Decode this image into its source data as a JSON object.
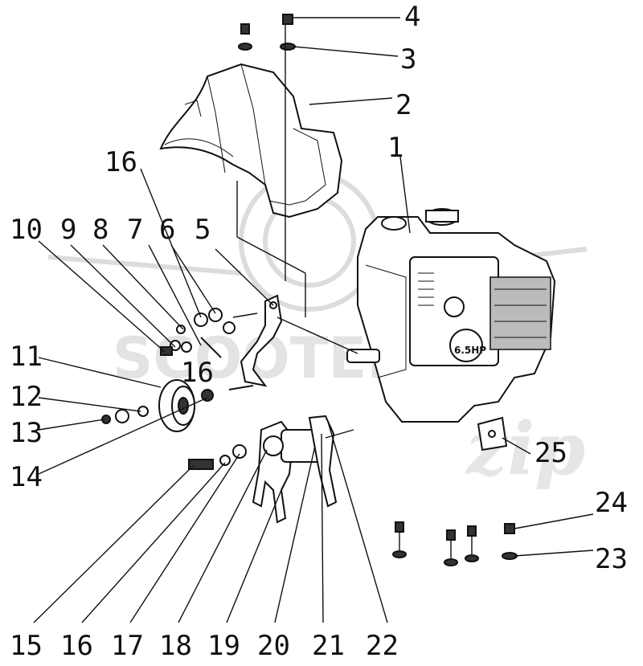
{
  "watermark": {
    "brand_text": "SCOOTER",
    "brand_text2": "zip"
  },
  "callouts": [
    {
      "id": "c1",
      "label": "1"
    },
    {
      "id": "c2",
      "label": "2"
    },
    {
      "id": "c3",
      "label": "3"
    },
    {
      "id": "c4",
      "label": "4"
    },
    {
      "id": "c5",
      "label": "5"
    },
    {
      "id": "c6",
      "label": "6"
    },
    {
      "id": "c7",
      "label": "7"
    },
    {
      "id": "c8",
      "label": "8"
    },
    {
      "id": "c9",
      "label": "9"
    },
    {
      "id": "c10",
      "label": "10"
    },
    {
      "id": "c11",
      "label": "11"
    },
    {
      "id": "c12",
      "label": "12"
    },
    {
      "id": "c13",
      "label": "13"
    },
    {
      "id": "c14",
      "label": "14"
    },
    {
      "id": "c15",
      "label": "15"
    },
    {
      "id": "c16a",
      "label": "16"
    },
    {
      "id": "c16b",
      "label": "16"
    },
    {
      "id": "c16c",
      "label": "16"
    },
    {
      "id": "c17",
      "label": "17"
    },
    {
      "id": "c18",
      "label": "18"
    },
    {
      "id": "c19",
      "label": "19"
    },
    {
      "id": "c20",
      "label": "20"
    },
    {
      "id": "c21",
      "label": "21"
    },
    {
      "id": "c22",
      "label": "22"
    },
    {
      "id": "c23",
      "label": "23"
    },
    {
      "id": "c24",
      "label": "24"
    },
    {
      "id": "c25",
      "label": "25"
    }
  ],
  "engine_label": "6.5HP"
}
